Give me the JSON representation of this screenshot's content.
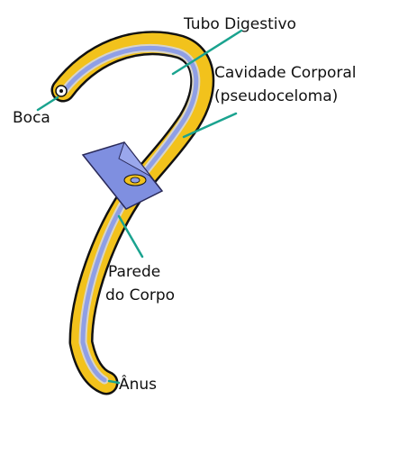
{
  "labels": {
    "tubo_digestivo": "Tubo Digestivo",
    "cavidade_corporal": "Cavidade Corporal",
    "pseudoceloma": "(pseudoceloma)",
    "boca": "Boca",
    "parede": "Parede",
    "do_corpo": "do Corpo",
    "anus": "Ânus"
  },
  "colors": {
    "body_wall": "#f2c21c",
    "body_outline": "#111111",
    "digestive_tube": "#8f9fe6",
    "cross_section": "#7f8fe0",
    "leader_lines": "#1aa38f"
  }
}
